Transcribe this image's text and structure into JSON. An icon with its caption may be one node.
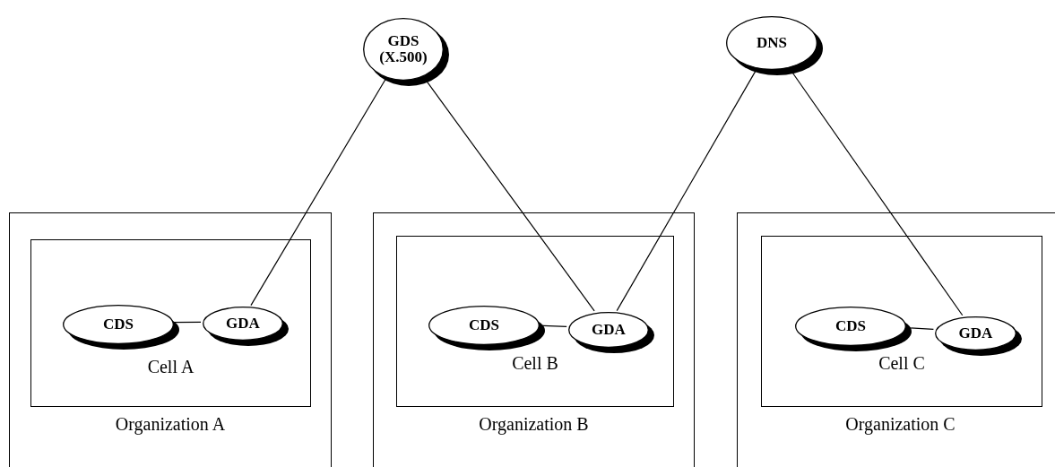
{
  "diagram": {
    "nodes": [
      {
        "text": [
          "GDS (X.500)"
        ]
      },
      {
        "text": [
          "DNS"
        ]
      },
      {
        "text": [
          "Organization A"
        ]
      },
      {
        "text": [
          "Cell A"
        ],
        "in": 2
      },
      {
        "text": [
          "CDS"
        ],
        "in": 3
      },
      {
        "text": [
          "GDA"
        ],
        "in": 3
      },
      {
        "text": [
          "Organization B"
        ]
      },
      {
        "text": [
          "Cell B"
        ],
        "in": 6
      },
      {
        "text": [
          "CDS"
        ],
        "in": 7
      },
      {
        "text": [
          "GDA"
        ],
        "in": 7
      },
      {
        "text": [
          "Organization C"
        ]
      },
      {
        "text": [
          "Cell C"
        ],
        "in": 10
      },
      {
        "text": [
          "CDS"
        ],
        "in": 11
      },
      {
        "text": [
          "GDA"
        ],
        "in": 11
      }
    ],
    "edges": [
      {
        "from": 0,
        "to": 5,
        "arrow": "none"
      },
      {
        "from": 0,
        "to": 9,
        "arrow": "none"
      },
      {
        "from": 1,
        "to": 9,
        "arrow": "none"
      },
      {
        "from": 1,
        "to": 13,
        "arrow": "none"
      },
      {
        "from": 4,
        "to": 5,
        "arrow": "none"
      },
      {
        "from": 8,
        "to": 9,
        "arrow": "none"
      },
      {
        "from": 12,
        "to": 13,
        "arrow": "none"
      }
    ]
  }
}
